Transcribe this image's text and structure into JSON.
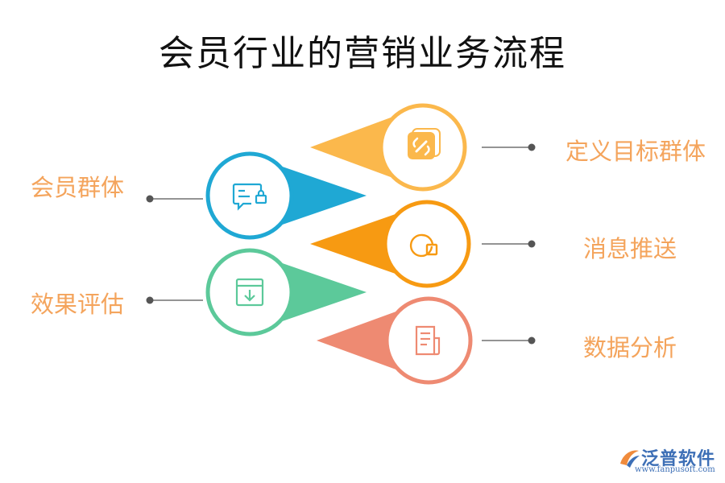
{
  "title": "会员行业的营销业务流程",
  "nodes": [
    {
      "label": "会员群体",
      "side": "left",
      "color": "#1FA8D4",
      "icon": "chat-lock-icon"
    },
    {
      "label": "定义目标群体",
      "side": "right",
      "color": "#FBB84C",
      "icon": "link-icon"
    },
    {
      "label": "消息推送",
      "side": "right",
      "color": "#F79A12",
      "icon": "chart-square-icon"
    },
    {
      "label": "效果评估",
      "side": "left",
      "color": "#5CC99A",
      "icon": "download-box-icon"
    },
    {
      "label": "数据分析",
      "side": "right",
      "color": "#EE8A72",
      "icon": "document-icon"
    }
  ],
  "logo": {
    "name": "泛普软件",
    "url": "www.fanpusoft.com",
    "color": "#3D6FB6"
  }
}
